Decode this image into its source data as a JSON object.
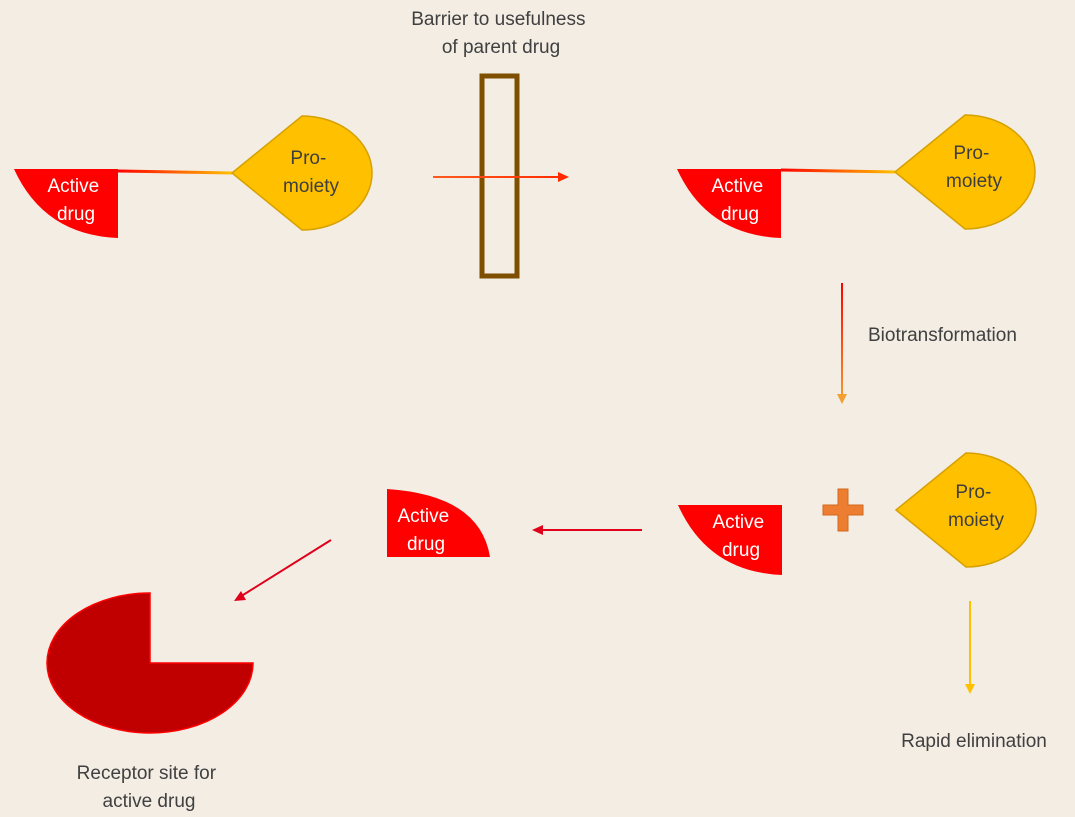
{
  "diagram": {
    "barrier_label": [
      "Barrier to usefulness",
      "of parent drug"
    ],
    "prodrug_left": {
      "drug_label": [
        "Active",
        "drug"
      ],
      "promoiety_label": [
        "Pro-",
        "moiety"
      ]
    },
    "prodrug_right": {
      "drug_label": [
        "Active",
        "drug"
      ],
      "promoiety_label": [
        "Pro-",
        "moiety"
      ]
    },
    "biotransformation_label": "Biotransformation",
    "cleaved": {
      "drug_label": [
        "Active",
        "drug"
      ],
      "promoiety_label": [
        "Pro-",
        "moiety"
      ]
    },
    "released_drug_label": [
      "Active",
      "drug"
    ],
    "rapid_elimination_label": "Rapid elimination",
    "receptor_label": [
      "Receptor site for",
      "active drug"
    ],
    "colors": {
      "background": "#f3ede4",
      "active_drug": "#ff0000",
      "promoiety": "#ffc000",
      "promoiety_stroke": "#d6a000",
      "barrier": "#7f4f00",
      "receptor": "#c00000",
      "plus": "#ed7d31"
    }
  }
}
